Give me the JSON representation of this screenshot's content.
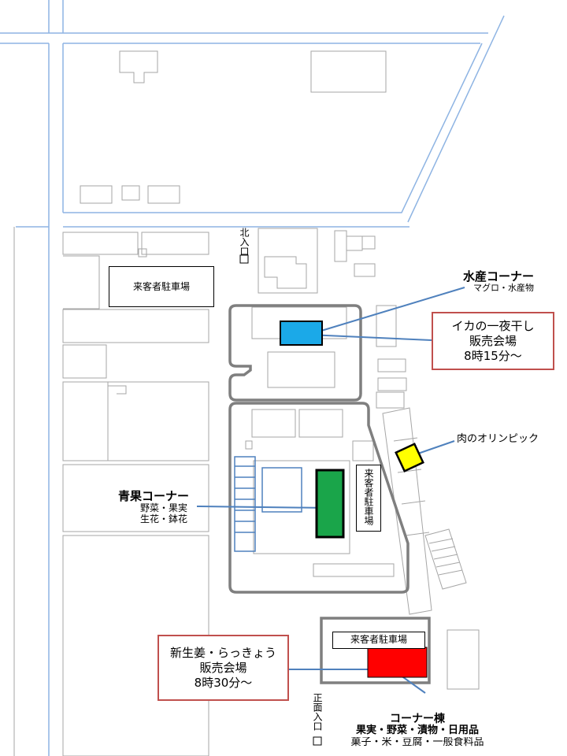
{
  "labels": {
    "parking_top_left": "来客者駐車場",
    "parking_bottom": "来客者駐車場",
    "parking_vertical": "来客者駐車場",
    "north_entrance": "北入口",
    "main_entrance": "正面入口"
  },
  "corners": {
    "seafood": {
      "title": "水産コーナー",
      "sub": "マグロ・水産物"
    },
    "produce": {
      "title": "青果コーナー",
      "line1": "野菜・果実",
      "line2": "生花・鉢花"
    },
    "meat": {
      "title": "肉のオリンピック"
    },
    "corner_building": {
      "title": "コーナー棟",
      "line1": "果実・野菜・漬物・日用品",
      "line2": "菓子・米・豆腐・一般食料品"
    }
  },
  "callouts": {
    "squid": {
      "line1": "イカの一夜干し",
      "line2": "販売会場",
      "time": "8時15分〜"
    },
    "ginger": {
      "line1": "新生姜・らっきょう",
      "line2": "販売会場",
      "time": "8時30分〜"
    }
  },
  "colors": {
    "seafood_marker": "#1ba9e8",
    "produce_marker": "#1aa54a",
    "meat_marker": "#ffff00",
    "corner_building_marker": "#ff0000",
    "road_line": "#8eb4e3",
    "leader_line": "#4f81bd",
    "compound_outline": "#7f7f7f",
    "callout_border": "#c0504d"
  }
}
